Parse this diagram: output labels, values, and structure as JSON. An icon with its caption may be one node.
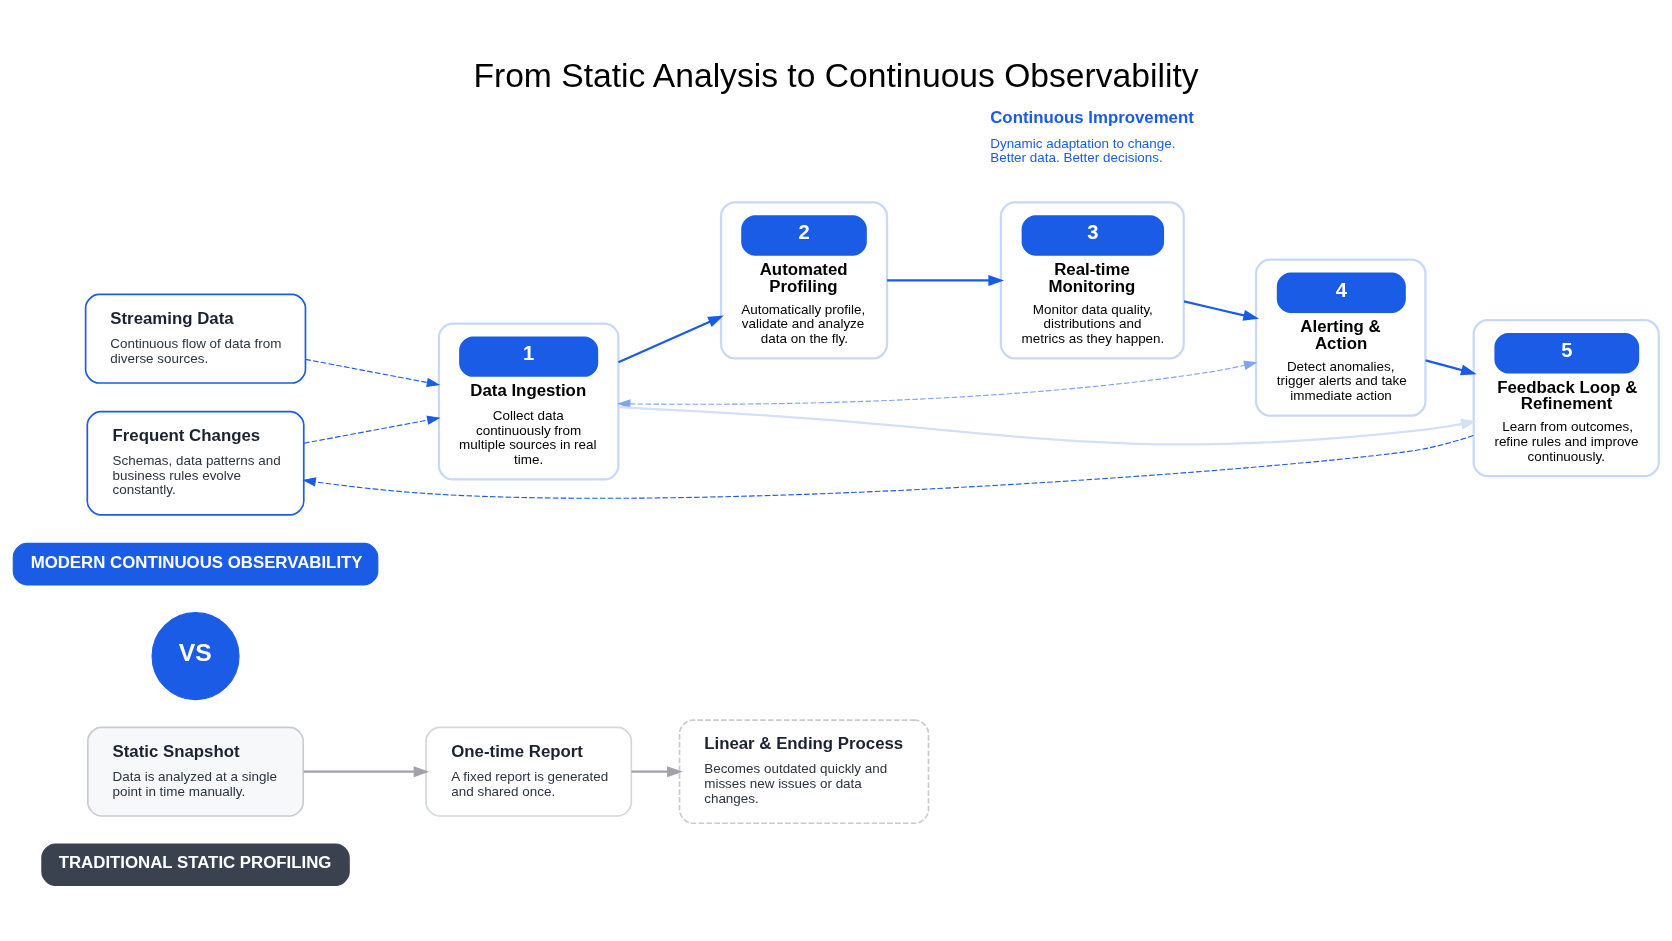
{
  "diagram": {
    "title": "From Static Analysis to Continuous Observability",
    "nodes": [
      {
        "text": [
          "TRADITIONAL STATIC PROFILING"
        ]
      },
      {
        "text": [
          "Static Snapshot",
          "Data is analyzed at a single point in time manually."
        ]
      },
      {
        "text": [
          "One-time Report",
          "A fixed report is generated and shared once."
        ]
      },
      {
        "text": [
          "Linear & Ending Process",
          "Becomes outdated quickly and misses new issues or data changes."
        ]
      },
      {
        "text": [
          "VS"
        ]
      },
      {
        "text": [
          "MODERN CONTINUOUS OBSERVABILITY"
        ]
      },
      {
        "text": [
          "Streaming Data",
          "Continuous flow of data from diverse sources."
        ]
      },
      {
        "text": [
          "Frequent Changes",
          "Schemas, data patterns and business rules evolve constantly."
        ]
      },
      {
        "text": [
          "1",
          "Data Ingestion",
          "Collect data continuously from multiple sources in real time."
        ]
      },
      {
        "text": [
          "2",
          "Automated Profiling",
          "Automatically profile, validate and analyze data on the fly."
        ]
      },
      {
        "text": [
          "3",
          "Real-time Monitoring",
          "Monitor data quality, distributions and metrics as they happen."
        ]
      },
      {
        "text": [
          "4",
          "Alerting & Action",
          "Detect anomalies, trigger alerts and take immediate action"
        ]
      },
      {
        "text": [
          "5",
          "Feedback Loop & Refinement",
          "Learn from outcomes, refine rules and improve continuously."
        ]
      },
      {
        "text": [
          "Continuous Improvement",
          "Dynamic adaptation to change. Better data. Better decisions."
        ]
      }
    ],
    "edges": [
      {
        "from": 1,
        "to": 2,
        "arrow": "to",
        "color": "#a0a4aa"
      },
      {
        "from": 2,
        "to": 3,
        "arrow": "to",
        "color": "#a0a4aa"
      },
      {
        "from": 6,
        "to": 8,
        "arrow": "to",
        "style": "dashed"
      },
      {
        "from": 7,
        "to": 8,
        "arrow": "to",
        "style": "dashed"
      },
      {
        "from": 8,
        "to": 9,
        "arrow": "to"
      },
      {
        "from": 9,
        "to": 10,
        "arrow": "to"
      },
      {
        "from": 10,
        "to": 11,
        "arrow": "to"
      },
      {
        "from": 11,
        "to": 12,
        "arrow": "to"
      },
      {
        "from": 8,
        "to": 11,
        "arrow": "both",
        "style": "dashed",
        "color": "#7ea4ee"
      },
      {
        "from": 8,
        "to": 12,
        "arrow": "to",
        "color": "#d4e0f8"
      },
      {
        "from": 12,
        "to": 7,
        "arrow": "to",
        "style": "dashed"
      }
    ]
  }
}
